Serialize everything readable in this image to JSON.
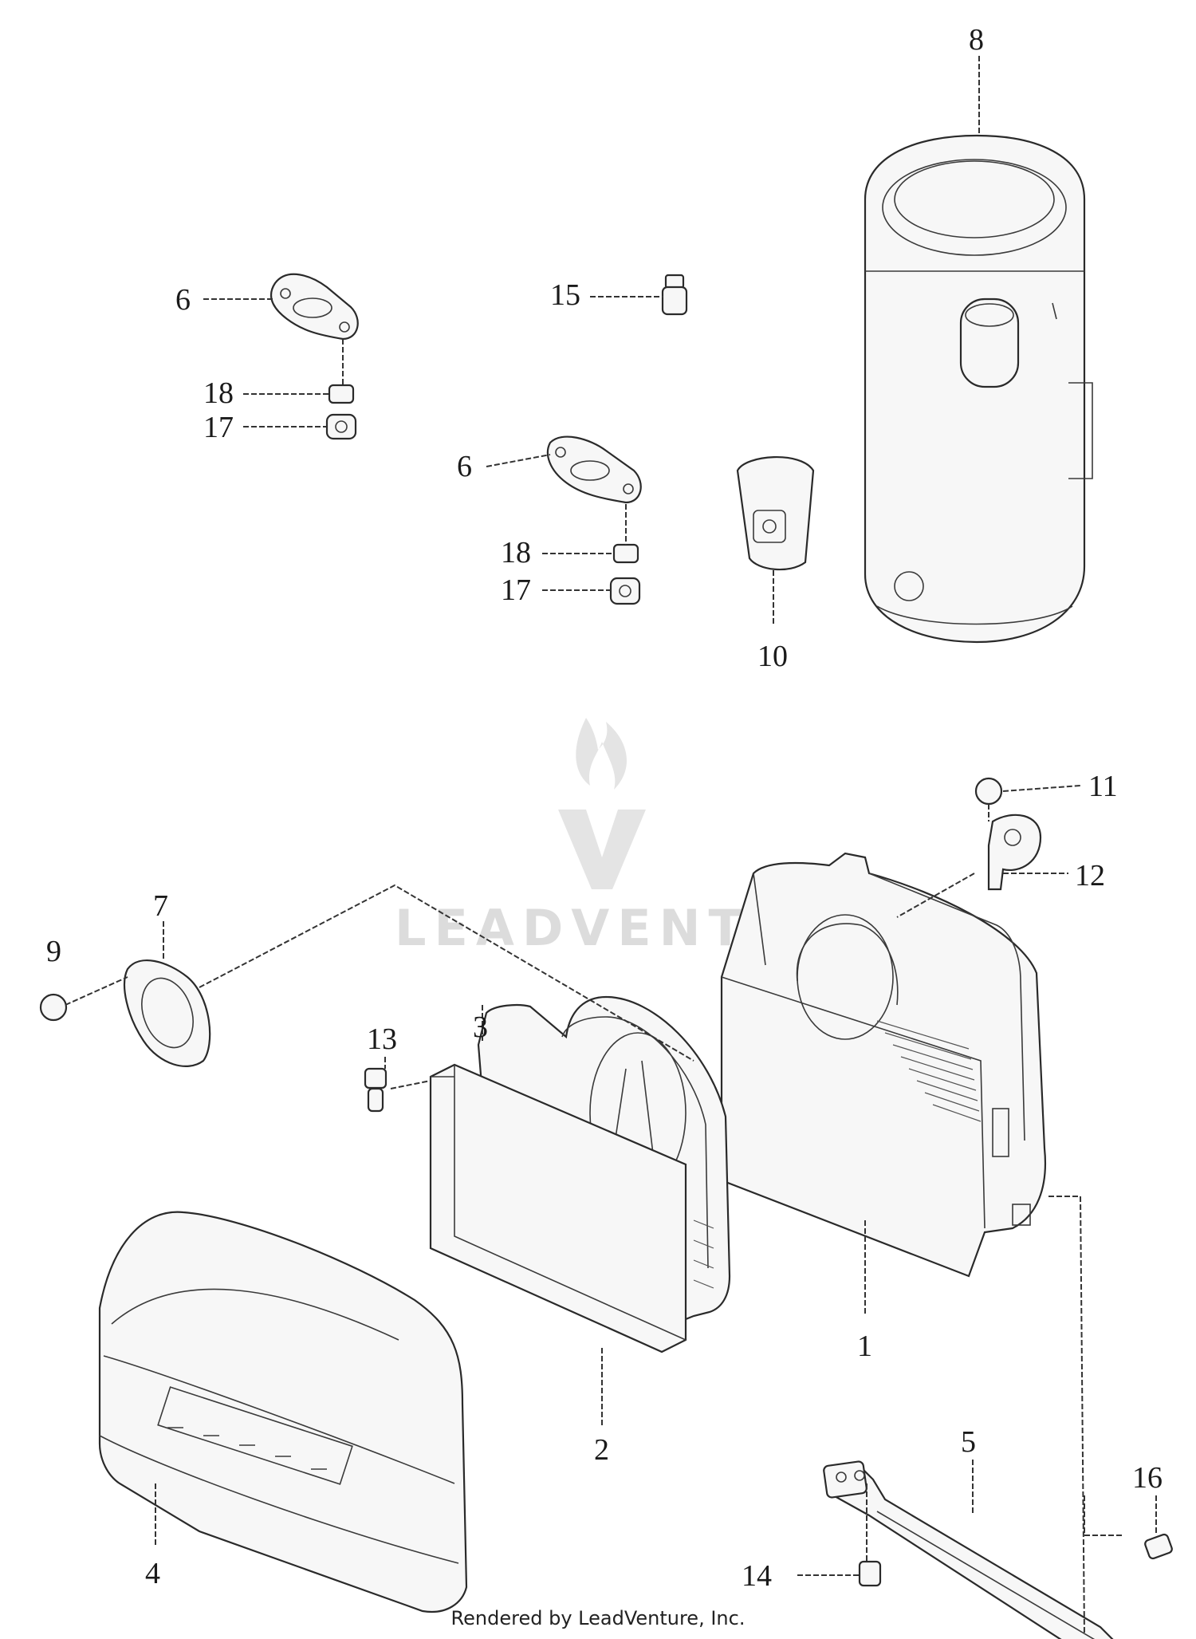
{
  "diagram": {
    "callouts": [
      "1",
      "2",
      "3",
      "4",
      "5",
      "6",
      "6",
      "7",
      "8",
      "9",
      "10",
      "11",
      "12",
      "13",
      "14",
      "15",
      "16",
      "17",
      "17",
      "18",
      "18"
    ],
    "watermark": "LEADVENTURE",
    "footer": "Rendered by LeadVenture, Inc."
  }
}
